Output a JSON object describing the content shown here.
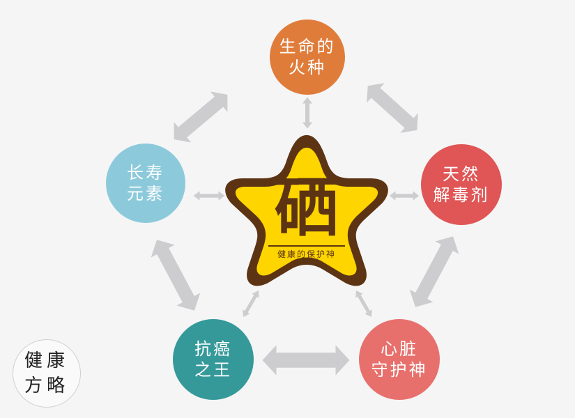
{
  "title": "硒 健康的保护神",
  "center": {
    "main": "硒",
    "subtitle": "健康的保护神",
    "colors": {
      "fill": "#ffd500",
      "outline": "#5c3413"
    }
  },
  "nodes": [
    {
      "id": "top",
      "line1": "生命的",
      "line2": "火种",
      "color": "#e07c3a"
    },
    {
      "id": "right",
      "line1": "天然",
      "line2": "解毒剂",
      "color": "#e05555"
    },
    {
      "id": "bottom-right",
      "line1": "心脏",
      "line2": "守护神",
      "color": "#e7706c"
    },
    {
      "id": "bottom-left",
      "line1": "抗癌",
      "line2": "之王",
      "color": "#35999a"
    },
    {
      "id": "left",
      "line1": "长寿",
      "line2": "元素",
      "color": "#8ccadb"
    }
  ],
  "connections": [
    "top↔right",
    "right↔bottom-right",
    "bottom-right↔bottom-left",
    "bottom-left↔left",
    "left↔top",
    "center↔top",
    "center↔right",
    "center↔bottom-right",
    "center↔bottom-left",
    "center↔left"
  ],
  "arrow_color": "#cdcdcf",
  "watermark": {
    "line1": "健康",
    "line2": "方略"
  }
}
